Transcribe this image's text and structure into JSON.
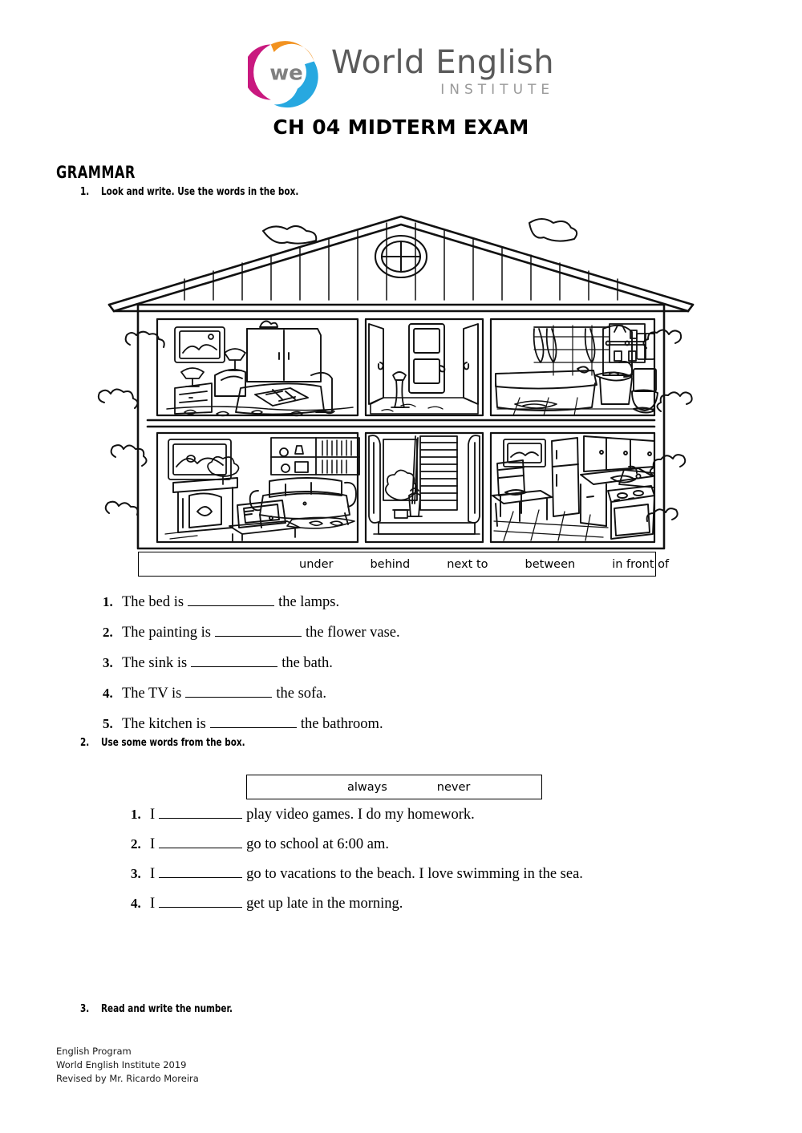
{
  "logo": {
    "mark_name": "we-circular-logo",
    "word_primary": "World English",
    "word_primary_parts": {
      "w": "W",
      "orld": "ORLD",
      "e": "E",
      "nglish": "NGLISH"
    },
    "word_secondary": "INSTITUTE",
    "monogram": "we",
    "colors": {
      "magenta": "#c9197f",
      "orange": "#f29220",
      "blue": "#27a8e0",
      "gray_text": "#5a5a5a",
      "gray_sub": "#9a9a9a"
    }
  },
  "title": "CH 04 MIDTERM EXAM",
  "section": {
    "label": "GRAMMAR"
  },
  "tasks": [
    {
      "number": "1.",
      "text": "Look and write. Use the words in the box."
    },
    {
      "number": "2.",
      "text": "Use some words from the box."
    },
    {
      "number": "3.",
      "text": "Read and write the number."
    }
  ],
  "illustration": {
    "name": "cutaway-house-line-drawing",
    "rooms": [
      "bedroom",
      "hallway-upstairs",
      "bathroom",
      "living-room",
      "staircase-hall",
      "kitchen"
    ],
    "objects": [
      "painting",
      "wardrobe",
      "bed",
      "lamps",
      "nightstand",
      "bath",
      "sink",
      "toilet",
      "mirror",
      "fireplace",
      "sofa",
      "tv",
      "bookshelf",
      "plant",
      "stairs",
      "fridge",
      "stove",
      "table",
      "chair",
      "round-window",
      "bushes"
    ]
  },
  "word_box_prepositions": {
    "name": "preposition-word-bank",
    "words": [
      "under",
      "behind",
      "next to",
      "between",
      "in front of"
    ]
  },
  "word_box_frequency": {
    "name": "frequency-adverb-word-bank",
    "words": [
      "always",
      "never"
    ]
  },
  "exercise1": {
    "sentences": [
      {
        "num": "1.",
        "before": "The bed is",
        "after": "the lamps."
      },
      {
        "num": "2.",
        "before": "The painting is",
        "after": "the flower vase."
      },
      {
        "num": "3.",
        "before": "The sink is",
        "after": "the bath."
      },
      {
        "num": "4.",
        "before": "The TV is",
        "after": "the sofa."
      },
      {
        "num": "5.",
        "before": "The kitchen is",
        "after": "the bathroom."
      }
    ]
  },
  "exercise2": {
    "sentences": [
      {
        "num": "1.",
        "before": "I",
        "after": "play video games. I do my homework."
      },
      {
        "num": "2.",
        "before": "I",
        "after": "go to school at 6:00 am."
      },
      {
        "num": "3.",
        "before": "I",
        "after": "go to vacations to the beach. I love swimming in the sea."
      },
      {
        "num": "4.",
        "before": "I",
        "after": "get up late in the morning."
      }
    ]
  },
  "footer": {
    "line1": "English Program",
    "line2": "World English Institute 2019",
    "line3": "Revised by Mr. Ricardo Moreira"
  }
}
